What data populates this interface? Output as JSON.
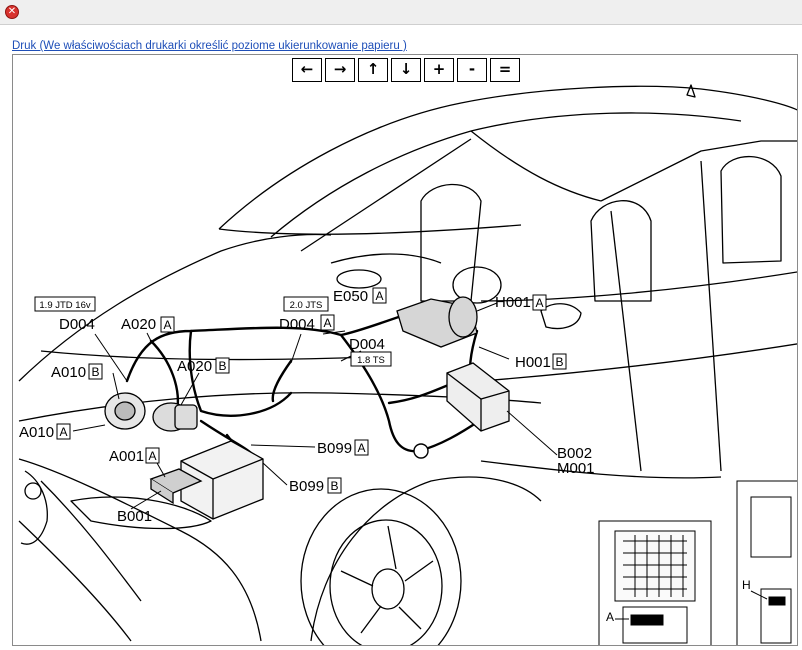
{
  "window": {
    "close_glyph": "✕"
  },
  "print_link": "Druk (We właściwościach drukarki określić poziome ukierunkowanie papieru )",
  "nav": [
    {
      "name": "pan-left-button",
      "glyph": "←"
    },
    {
      "name": "pan-right-button",
      "glyph": "→"
    },
    {
      "name": "pan-up-button",
      "glyph": "↑"
    },
    {
      "name": "pan-down-button",
      "glyph": "↓"
    },
    {
      "name": "zoom-in-button",
      "glyph": "+"
    },
    {
      "name": "zoom-out-button",
      "glyph": "-"
    },
    {
      "name": "zoom-reset-button",
      "glyph": "="
    }
  ],
  "diagram": {
    "engine_tags": {
      "jtd": "1.9 JTD 16v",
      "jts20": "2.0 JTS",
      "ts18": "1.8 TS"
    },
    "labels": {
      "d004_a": {
        "code": "D004",
        "suffix": ""
      },
      "a020_a": {
        "code": "A020",
        "suffix": "A"
      },
      "d004_b": {
        "code": "D004",
        "suffix": "A"
      },
      "e050": {
        "code": "E050",
        "suffix": "A"
      },
      "h001_a": {
        "code": "H001",
        "suffix": "A"
      },
      "d004_c": {
        "code": "D004",
        "suffix": ""
      },
      "a010_b": {
        "code": "A010",
        "suffix": "B"
      },
      "a020_b": {
        "code": "A020",
        "suffix": "B"
      },
      "h001_b": {
        "code": "H001",
        "suffix": "B"
      },
      "a010_a": {
        "code": "A010",
        "suffix": "A"
      },
      "b099_a": {
        "code": "B099",
        "suffix": "A"
      },
      "a001": {
        "code": "A001",
        "suffix": "A"
      },
      "b002": {
        "code": "B002",
        "suffix": ""
      },
      "m001": {
        "code": "M001",
        "suffix": ""
      },
      "b099_b": {
        "code": "B099",
        "suffix": "B"
      },
      "b001": {
        "code": "B001",
        "suffix": ""
      }
    },
    "inset_letters": {
      "h": "H",
      "a": "A"
    }
  }
}
